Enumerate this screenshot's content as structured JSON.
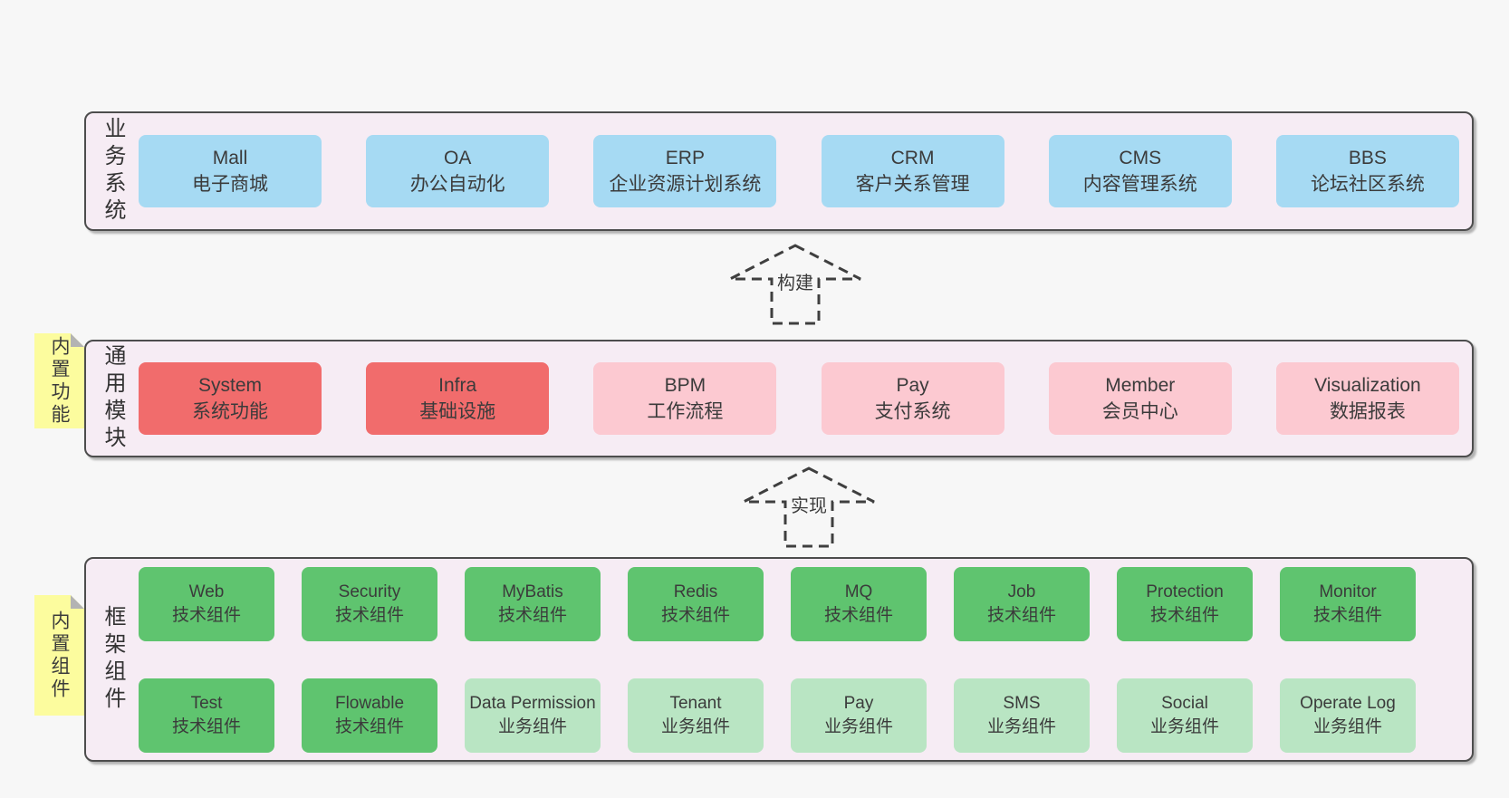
{
  "colors": {
    "page_bg": "#f7f7f7",
    "panel_bg": "#f6ecf4",
    "panel_border": "#4d4d4d",
    "blue_box": "#a6daf3",
    "red_box": "#f16c6c",
    "pink_box": "#fcc9d1",
    "green_dark_box": "#5fc46f",
    "green_light_box": "#b9e5c3",
    "note_yellow": "#fcfc9e",
    "note_fold_gray": "#b3b3b3",
    "text": "#3b3b3b"
  },
  "bands": {
    "business": {
      "label": "业务系统",
      "boxes": [
        {
          "en": "Mall",
          "zh": "电子商城"
        },
        {
          "en": "OA",
          "zh": "办公自动化"
        },
        {
          "en": "ERP",
          "zh": "企业资源计划系统"
        },
        {
          "en": "CRM",
          "zh": "客户关系管理"
        },
        {
          "en": "CMS",
          "zh": "内容管理系统"
        },
        {
          "en": "BBS",
          "zh": "论坛社区系统"
        }
      ]
    },
    "modules": {
      "label": "通用模块",
      "note": "内置功能",
      "boxes": [
        {
          "en": "System",
          "zh": "系统功能"
        },
        {
          "en": "Infra",
          "zh": "基础设施"
        },
        {
          "en": "BPM",
          "zh": "工作流程"
        },
        {
          "en": "Pay",
          "zh": "支付系统"
        },
        {
          "en": "Member",
          "zh": "会员中心"
        },
        {
          "en": "Visualization",
          "zh": "数据报表"
        }
      ]
    },
    "components": {
      "label": "框架组件",
      "note": "内置组件",
      "row1": [
        {
          "en": "Web",
          "zh": "技术组件"
        },
        {
          "en": "Security",
          "zh": "技术组件"
        },
        {
          "en": "MyBatis",
          "zh": "技术组件"
        },
        {
          "en": "Redis",
          "zh": "技术组件"
        },
        {
          "en": "MQ",
          "zh": "技术组件"
        },
        {
          "en": "Job",
          "zh": "技术组件"
        },
        {
          "en": "Protection",
          "zh": "技术组件"
        },
        {
          "en": "Monitor",
          "zh": "技术组件"
        }
      ],
      "row2": [
        {
          "en": "Test",
          "zh": "技术组件"
        },
        {
          "en": "Flowable",
          "zh": "技术组件"
        },
        {
          "en": "Data Permission",
          "zh": "业务组件"
        },
        {
          "en": "Tenant",
          "zh": "业务组件"
        },
        {
          "en": "Pay",
          "zh": "业务组件"
        },
        {
          "en": "SMS",
          "zh": "业务组件"
        },
        {
          "en": "Social",
          "zh": "业务组件"
        },
        {
          "en": "Operate Log",
          "zh": "业务组件"
        }
      ]
    }
  },
  "arrows": [
    {
      "label": "构建"
    },
    {
      "label": "实现"
    }
  ]
}
